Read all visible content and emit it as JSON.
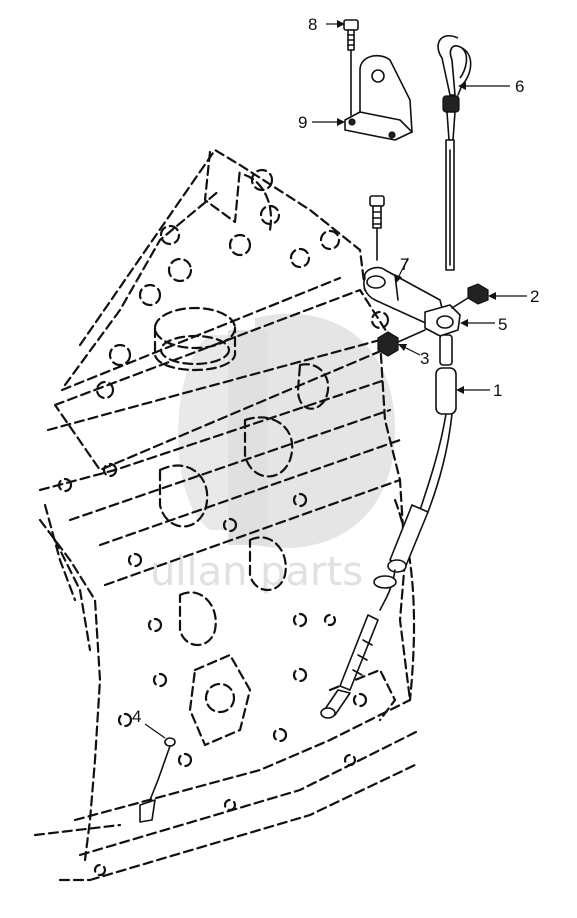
{
  "watermark": {
    "text": "ullan parts",
    "color": "#dcdcdc"
  },
  "callouts": [
    {
      "id": "callout-1",
      "label": "1"
    },
    {
      "id": "callout-2",
      "label": "2"
    },
    {
      "id": "callout-3",
      "label": "3"
    },
    {
      "id": "callout-4",
      "label": "4"
    },
    {
      "id": "callout-5",
      "label": "5"
    },
    {
      "id": "callout-6",
      "label": "6"
    },
    {
      "id": "callout-7",
      "label": "7"
    },
    {
      "id": "callout-8",
      "label": "8"
    },
    {
      "id": "callout-9",
      "label": "9"
    }
  ],
  "icons": {
    "dipstick": "dipstick-icon",
    "tube": "dipstick-tube-icon",
    "bracket": "mounting-bracket-icon",
    "bolt": "bolt-icon",
    "nut": "nut-icon",
    "clamp": "clamp-icon",
    "sensor": "sensor-icon",
    "engine": "engine-block-outline"
  }
}
